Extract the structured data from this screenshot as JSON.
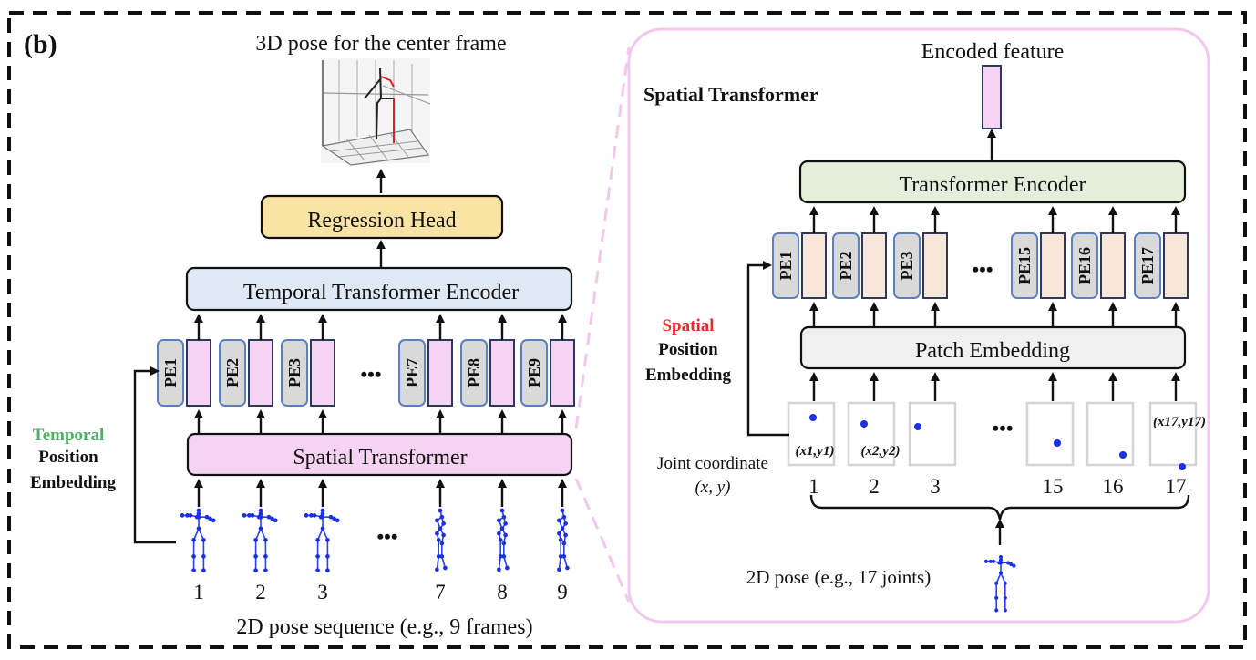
{
  "panel_label": "(b)",
  "colors": {
    "regression_head": "#fbe3a6",
    "temporal_encoder": "#dfe9f5",
    "spatial_transformer": "#f6d3f2",
    "transformer_encoder": "#e3eedb",
    "patch_embedding": "#f0f0f0",
    "temporal_feature": "#f6d3f2",
    "spatial_feature": "#f8e6d8",
    "pe_fill": "#d9d9d9",
    "pe_border": "#5b7fc2",
    "temporal_accent": "#4caf64",
    "spatial_accent": "#e0322a",
    "zoom_outline": "#f3c8ee",
    "joint_dot": "#1a2fe8"
  },
  "left": {
    "output_title": "3D pose for the center frame",
    "regression_head": "Regression Head",
    "temporal_encoder": "Temporal Transformer Encoder",
    "spatial_transformer": "Spatial Transformer",
    "pe_labels": [
      "PE1",
      "PE2",
      "PE3",
      "PE7",
      "PE8",
      "PE9"
    ],
    "ellipsis": "•••",
    "frame_numbers": [
      "1",
      "2",
      "3",
      "7",
      "8",
      "9"
    ],
    "sequence_caption": "2D pose sequence (e.g., 9 frames)",
    "position_embedding": {
      "kind": "Temporal",
      "line2": "Position",
      "line3": "Embedding"
    }
  },
  "right": {
    "title": "Spatial Transformer",
    "output_caption": "Encoded feature",
    "transformer_encoder": "Transformer Encoder",
    "patch_embedding": "Patch Embedding",
    "pe_labels": [
      "PE1",
      "PE2",
      "PE3",
      "PE15",
      "PE16",
      "PE17"
    ],
    "ellipsis": "•••",
    "joint_numbers": [
      "1",
      "2",
      "3",
      "15",
      "16",
      "17"
    ],
    "joint_labels": {
      "first": "(x1,y1)",
      "second": "(x2,y2)",
      "last": "(x17,y17)"
    },
    "joint_coordinate": {
      "line1": "Joint coordinate",
      "line2": "(x, y)"
    },
    "pose_caption": "2D pose (e.g., 17 joints)",
    "position_embedding": {
      "kind": "Spatial",
      "line2": "Position",
      "line3": "Embedding"
    }
  }
}
